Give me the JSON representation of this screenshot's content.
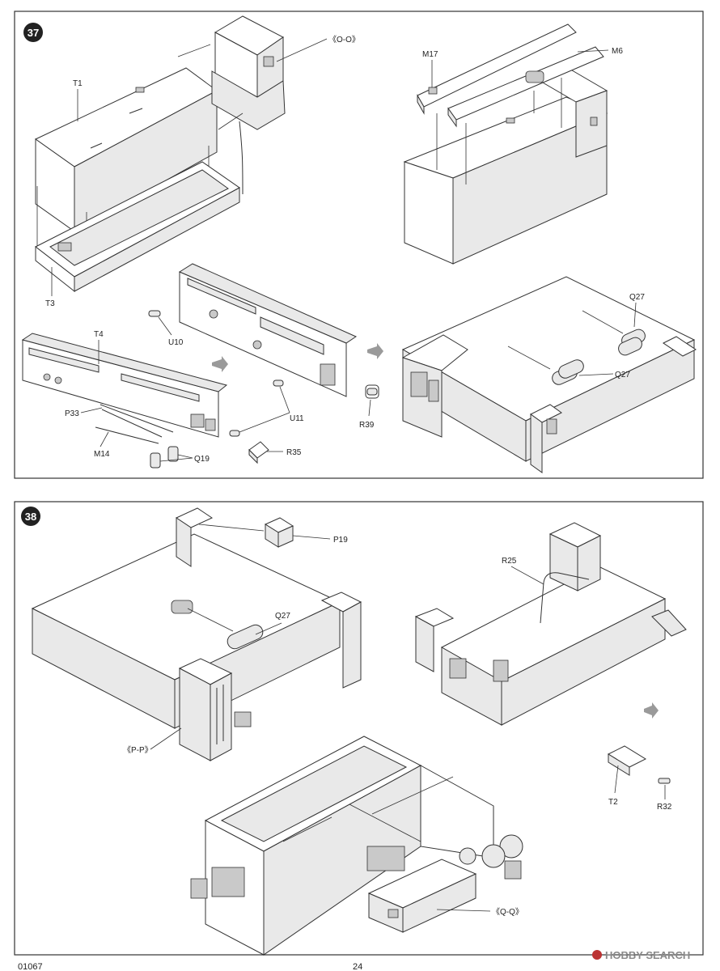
{
  "steps": [
    {
      "number": "37",
      "callouts": {
        "oo": "《O-O》",
        "t1": "T1",
        "t3": "T3",
        "m17": "M17",
        "m6": "M6",
        "t4": "T4",
        "u10": "U10",
        "p33": "P33",
        "m14": "M14",
        "q19": "Q19",
        "r35": "R35",
        "u11": "U11",
        "r39": "R39",
        "q27a": "Q27",
        "q27b": "Q27"
      }
    },
    {
      "number": "38",
      "callouts": {
        "p19": "P19",
        "q27": "Q27",
        "pp": "《P-P》",
        "r25": "R25",
        "t2": "T2",
        "r32": "R32",
        "qq": "《Q-Q》"
      }
    }
  ],
  "footer": {
    "kit_number": "01067",
    "page_number": "24",
    "watermark_brand": "HOBBY SEARCH"
  },
  "colors": {
    "line": "#333333",
    "badge": "#222222",
    "arrow_hint": "#9a9a9a",
    "watermark": "#8a8a8a"
  }
}
